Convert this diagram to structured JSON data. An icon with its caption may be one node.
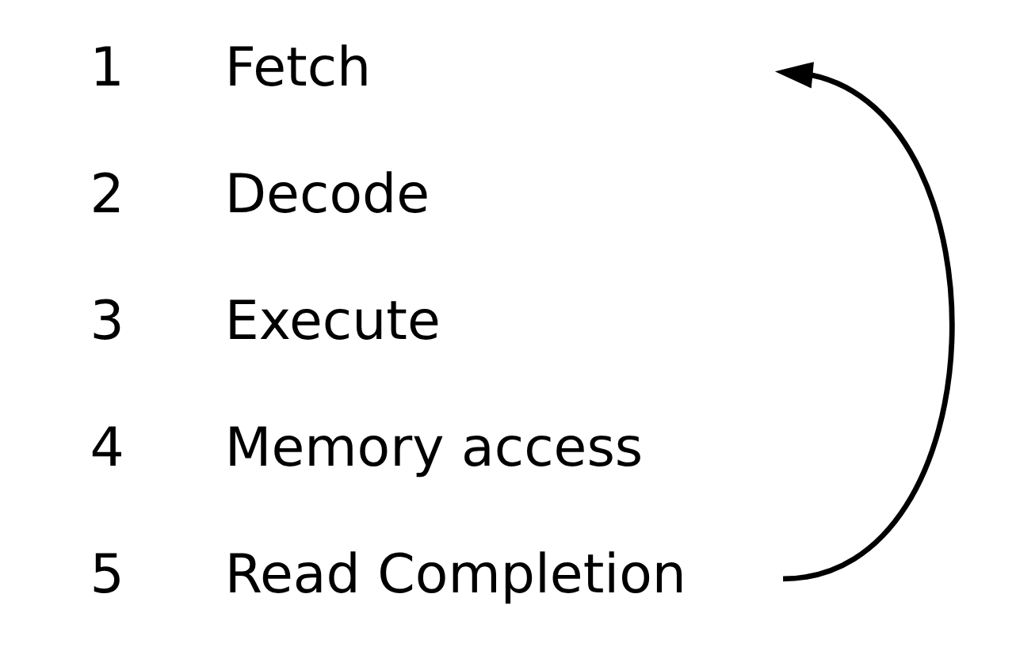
{
  "diagram": {
    "nodes": [
      {
        "text": [
          "Fetch"
        ],
        "beside": [
          "1"
        ]
      },
      {
        "text": [
          "Decode"
        ],
        "beside": [
          "2"
        ]
      },
      {
        "text": [
          "Execute"
        ],
        "beside": [
          "3"
        ]
      },
      {
        "text": [
          "Memory access"
        ],
        "beside": [
          "4"
        ]
      },
      {
        "text": [
          "Read Completion"
        ],
        "beside": [
          "5"
        ]
      }
    ],
    "edges": [
      {
        "from": 4,
        "to": 0,
        "arrow": "to"
      }
    ]
  }
}
